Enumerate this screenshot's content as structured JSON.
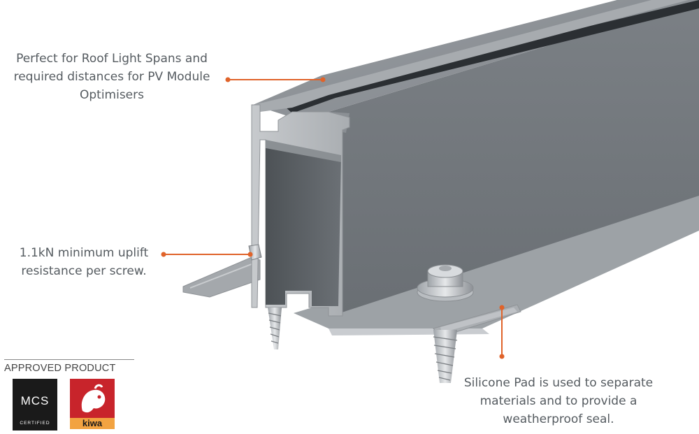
{
  "callouts": {
    "roof_light": "Perfect for Roof Light Spans and required distances for PV Module Optimisers",
    "uplift": "1.1kN minimum uplift resistance per screw.",
    "silicone": "Silicone Pad is used to separate materials and to provide a weatherproof seal."
  },
  "badges": {
    "title": "APPROVED PRODUCT",
    "mcs": "MCS",
    "mcs_sub": "CERTIFIED",
    "kiwa": "kiwa"
  },
  "colors": {
    "accent": "#e0632a",
    "rail": "#8a8e93",
    "rail_dark": "#5e6367",
    "text": "#555b60",
    "kiwa_red": "#c8242b",
    "kiwa_orange": "#f2a341"
  },
  "icons": [
    "mcs-certified-logo",
    "kiwa-logo"
  ]
}
